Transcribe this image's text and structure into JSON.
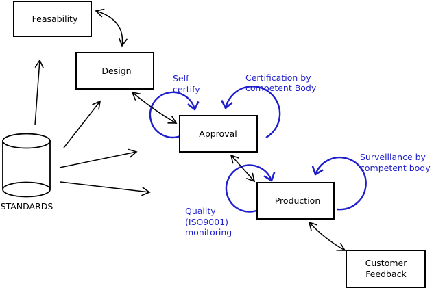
{
  "diagram": {
    "background": "#ffffff",
    "colors": {
      "line_black": "#000000",
      "annotation_blue": "#1e1ecd",
      "box_fill": "#ffffff"
    },
    "nodes": {
      "feasability": {
        "label": "Feasability"
      },
      "design": {
        "label": "Design"
      },
      "approval": {
        "label": "Approval"
      },
      "production": {
        "label": "Production"
      },
      "customer_feedback": {
        "line1": "Customer",
        "line2": "Feedback"
      },
      "standards": {
        "label": "STANDARDS",
        "shape": "cylinder"
      }
    },
    "annotations": {
      "self_certify": {
        "line1": "Self",
        "line2": "certify"
      },
      "certification": {
        "line1": "Certification by",
        "line2": "competent Body"
      },
      "surveillance": {
        "line1": "Surveillance by",
        "line2": "competent body"
      },
      "quality": {
        "line1": "Quality",
        "line2": "(ISO9001)",
        "line3": "monitoring"
      }
    },
    "edges": [
      {
        "from": "standards",
        "to": "feasability",
        "type": "arrow"
      },
      {
        "from": "standards",
        "to": "design",
        "type": "arrow"
      },
      {
        "from": "standards",
        "to": "approval",
        "type": "arrow"
      },
      {
        "from": "standards",
        "to": "production",
        "type": "arrow"
      },
      {
        "from": "feasability",
        "to": "design",
        "type": "double-arrow"
      },
      {
        "from": "design",
        "to": "approval",
        "type": "double-arrow"
      },
      {
        "from": "approval",
        "to": "production",
        "type": "double-arrow"
      },
      {
        "from": "production",
        "to": "customer_feedback",
        "type": "double-arrow"
      },
      {
        "on": "approval",
        "type": "self-loop",
        "label": "self_certify"
      },
      {
        "on": "approval",
        "type": "self-loop",
        "label": "certification"
      },
      {
        "on": "production",
        "type": "self-loop",
        "label": "quality"
      },
      {
        "on": "production",
        "type": "self-loop",
        "label": "surveillance"
      }
    ]
  }
}
